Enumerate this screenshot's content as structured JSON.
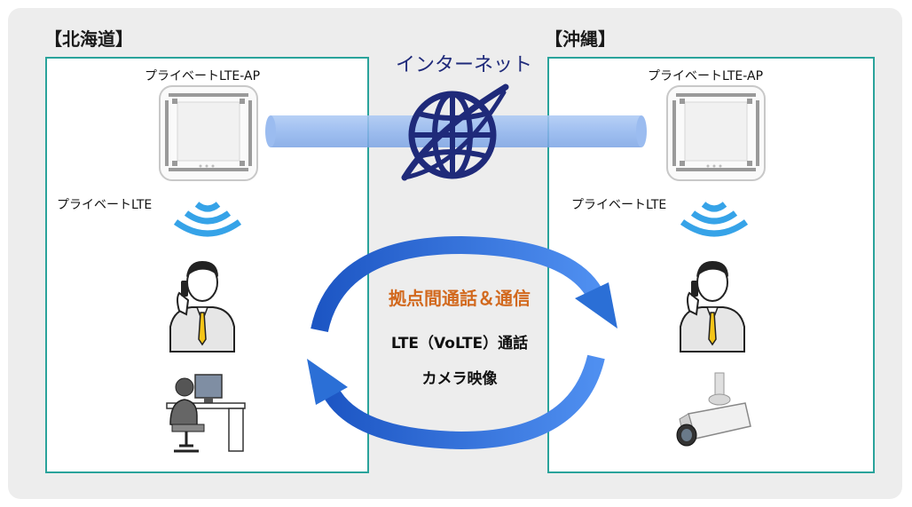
{
  "sites": {
    "left": {
      "title": "【北海道】",
      "ap_label": "プライベートLTE-AP",
      "lte_label": "プライベートLTE"
    },
    "right": {
      "title": "【沖縄】",
      "ap_label": "プライベートLTE-AP",
      "lte_label": "プライベートLTE"
    }
  },
  "internet": {
    "label": "インターネット"
  },
  "center": {
    "heading": "拠点間通話＆通信",
    "line1": "LTE（VoLTE）通話",
    "line2": "カメラ映像"
  },
  "colors": {
    "site_border": "#2aa39b",
    "tube": "#8fb4ee",
    "globe": "#1f2a7a",
    "wifi": "#36a3e8",
    "arrow": "#2b6fd6",
    "heading": "#d2691e"
  },
  "icons": [
    "access-point-icon",
    "globe-icon",
    "wifi-signal-icon",
    "businessman-phone-icon",
    "office-worker-icon",
    "security-camera-icon"
  ]
}
